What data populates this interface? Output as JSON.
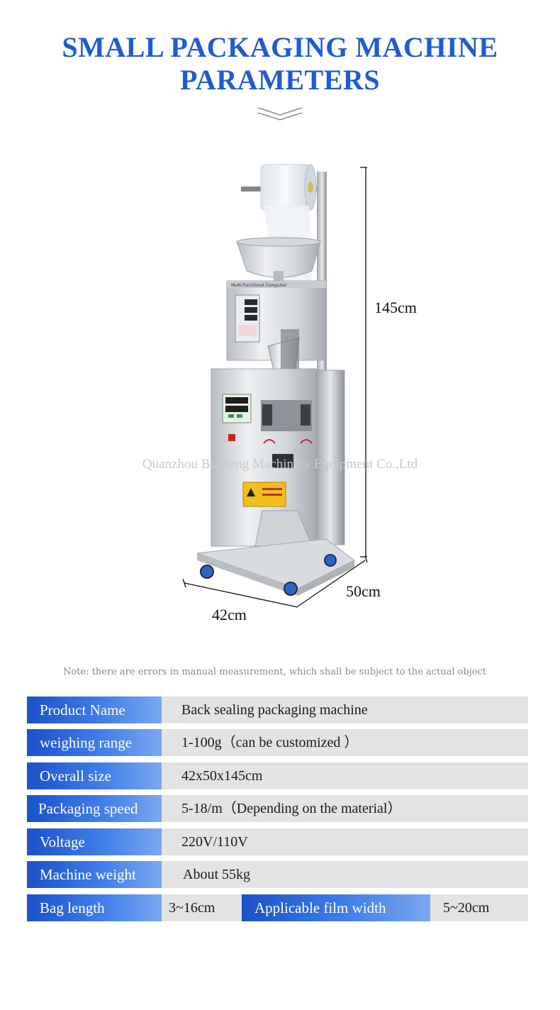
{
  "header": {
    "title_line1": "SMALL PACKAGING MACHINE",
    "title_line2": "PARAMETERS"
  },
  "icons": {
    "divider": "double-chevron-down-icon"
  },
  "figure": {
    "height_label": "145cm",
    "depth_label": "50cm",
    "width_label": "42cm",
    "panel_text": "Multi-functional Computer",
    "watermark": "Quanzhou Baoneng Machinery Equipment Co.,Ltd"
  },
  "note": "Note: there are errors in manual measurement, which shall be subject to the actual object",
  "specs": [
    {
      "label": "Product Name",
      "value": "Back sealing packaging machine"
    },
    {
      "label": "weighing range",
      "value": "1-100g（can be customized ）"
    },
    {
      "label": "Overall size",
      "value": "42x50x145cm"
    },
    {
      "label": "Packaging speed",
      "value": "5-18/m（Depending on the material）"
    },
    {
      "label": "Voltage",
      "value": "220V/110V"
    },
    {
      "label": "Machine weight",
      "value": "About 55kg"
    }
  ],
  "last_row": {
    "label1": "Bag length",
    "value1": "3~16cm",
    "label2": "Applicable film width",
    "value2": "5~20cm"
  },
  "colors": {
    "accent": "#1e5bd6",
    "label_bg": "#2a63d6",
    "value_bg": "#e3e3e3"
  }
}
